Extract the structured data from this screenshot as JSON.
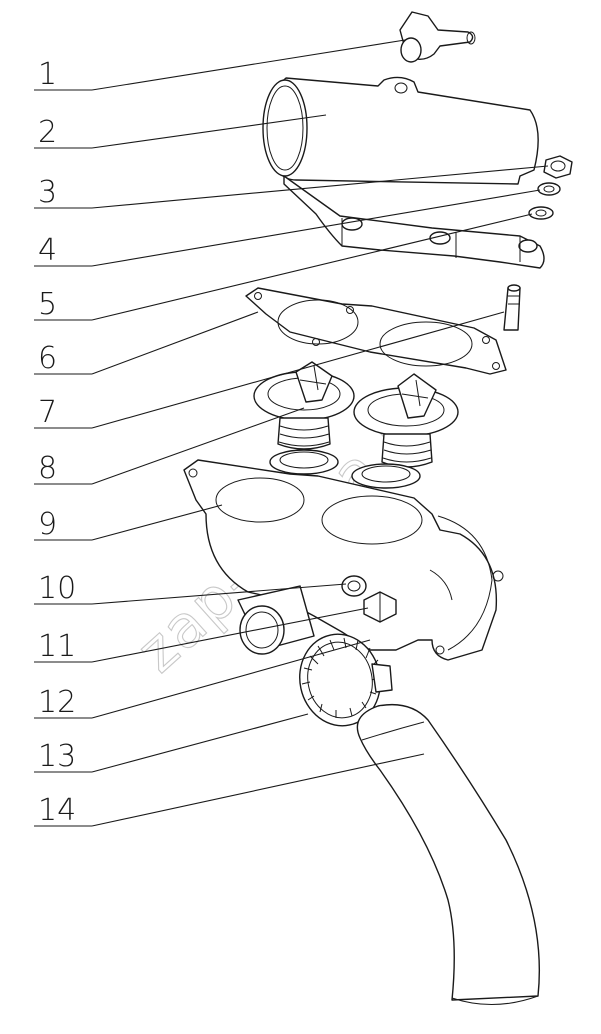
{
  "watermark": "zap-kama.ru",
  "callouts": [
    {
      "number": "1"
    },
    {
      "number": "2"
    },
    {
      "number": "3"
    },
    {
      "number": "4"
    },
    {
      "number": "5"
    },
    {
      "number": "6"
    },
    {
      "number": "7"
    },
    {
      "number": "8"
    },
    {
      "number": "9"
    },
    {
      "number": "10"
    },
    {
      "number": "11"
    },
    {
      "number": "12"
    },
    {
      "number": "13"
    },
    {
      "number": "14"
    }
  ]
}
